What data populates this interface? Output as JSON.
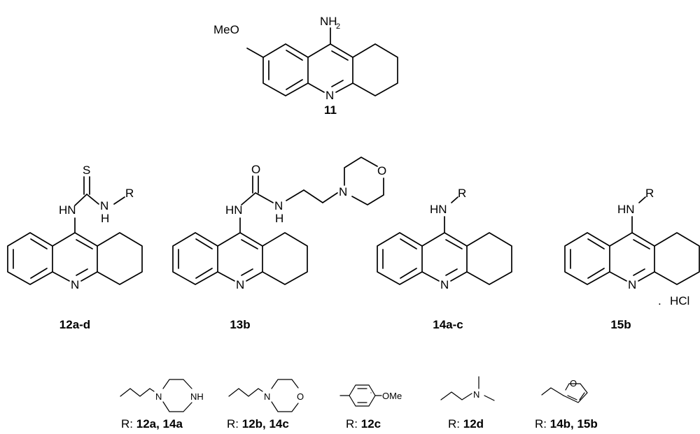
{
  "compounds": {
    "c11": {
      "id": "11",
      "atoms": {
        "nh2": "NH",
        "nh2_sub": "2",
        "meo": "MeO",
        "n_ring": "N"
      }
    },
    "c12": {
      "id": "12a-d",
      "atoms": {
        "s": "S",
        "hn": "HN",
        "n": "N",
        "h": "H",
        "r": "R",
        "n_ring": "N"
      }
    },
    "c13": {
      "id": "13b",
      "atoms": {
        "o": "O",
        "hn": "HN",
        "n": "N",
        "h": "H",
        "n_morph": "N",
        "o_morph": "O",
        "n_ring": "N"
      }
    },
    "c14": {
      "id": "14a-c",
      "atoms": {
        "hn": "HN",
        "r": "R",
        "n_ring": "N"
      }
    },
    "c15": {
      "id": "15b",
      "atoms": {
        "hn": "HN",
        "r": "R",
        "n_ring": "N"
      },
      "salt": {
        "dot": ".",
        "hcl": "HCl"
      }
    }
  },
  "substituents": [
    {
      "name": "propyl-piperazine",
      "atoms": {
        "n1": "N",
        "nh": "NH"
      },
      "label_prefix": "R: ",
      "label_bold": "12a, 14a"
    },
    {
      "name": "propyl-morpholine",
      "atoms": {
        "n1": "N",
        "o": "O"
      },
      "label_prefix": "R: ",
      "label_bold": "12b, 14c"
    },
    {
      "name": "4-methoxyphenyl",
      "atoms": {
        "ome": "OMe"
      },
      "label_prefix": "R: ",
      "label_bold": "12c"
    },
    {
      "name": "3-dimethylaminopropyl",
      "atoms": {
        "n": "N"
      },
      "label_prefix": "R: ",
      "label_bold": "12d"
    },
    {
      "name": "furan-2-ylethyl",
      "atoms": {
        "o": "O"
      },
      "label_prefix": "R: ",
      "label_bold": "14b, 15b"
    }
  ]
}
